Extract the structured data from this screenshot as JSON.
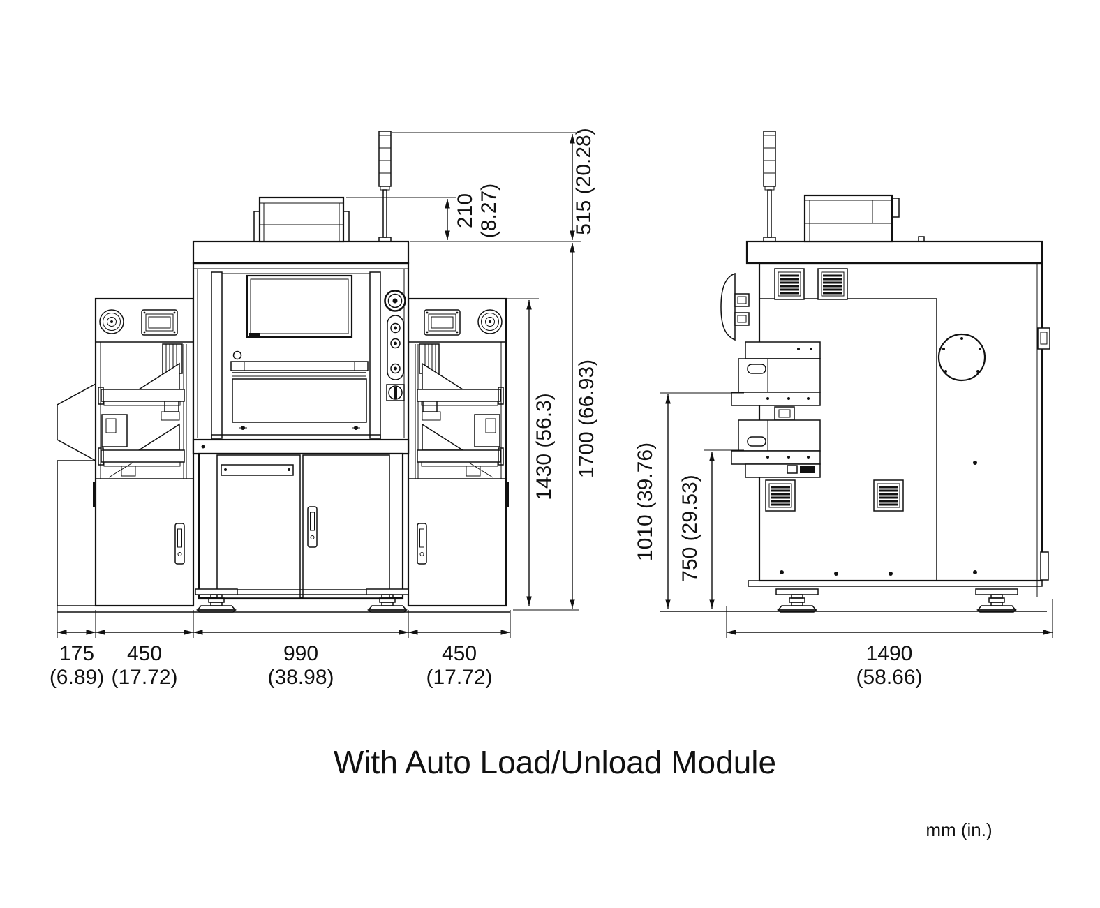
{
  "title": "With Auto Load/Unload Module",
  "units_label": "mm (in.)",
  "colors": {
    "line": "#111111",
    "background": "#ffffff"
  },
  "front_view": {
    "dims": {
      "stack_light_height": "515 (20.28)",
      "top_module_height_mm": "210",
      "top_module_height_in": "(8.27)",
      "loader_height": "1430 (56.3)",
      "overall_height": "1700 (66.93)",
      "chute_width_mm": "175",
      "chute_width_in": "(6.89)",
      "left_loader_width_mm": "450",
      "left_loader_width_in": "(17.72)",
      "center_body_width_mm": "990",
      "center_body_width_in": "(38.98)",
      "right_loader_width_mm": "450",
      "right_loader_width_in": "(17.72)"
    }
  },
  "side_view": {
    "dims": {
      "upper_magazine_height": "1010 (39.76)",
      "lower_magazine_height": "750 (29.53)",
      "depth_mm": "1490",
      "depth_in": "(58.66)"
    }
  }
}
